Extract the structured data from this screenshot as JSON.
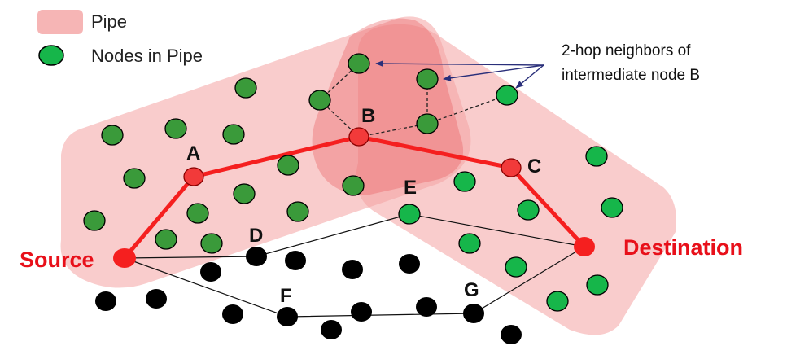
{
  "legend": {
    "pipe_label": "Pipe",
    "nodes_label": "Nodes in Pipe"
  },
  "annotation": {
    "line1": "2-hop neighbors of",
    "line2": "intermediate node B"
  },
  "labels": {
    "source": "Source",
    "destination": "Destination",
    "A": "A",
    "B": "B",
    "C": "C",
    "D": "D",
    "E": "E",
    "F": "F",
    "G": "G"
  },
  "colors": {
    "pipe": "#f4a3a3",
    "two_hop_region": "#e8575a",
    "node_green": "#3a9a3a",
    "node_bright_green": "#16b64a",
    "node_black": "#000000",
    "route_red": "#f51f1f",
    "endpoint_red": "#e8101a"
  }
}
